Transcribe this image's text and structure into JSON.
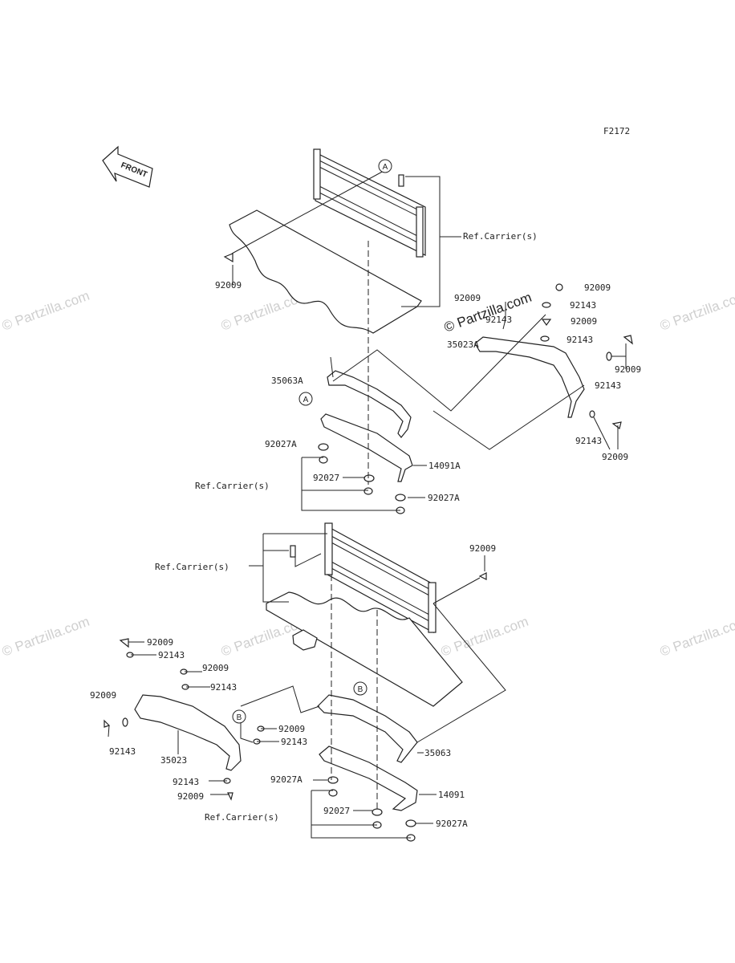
{
  "figure_code": "F2172",
  "front_label": "FRONT",
  "watermark": "© Partzilla.com",
  "ref_carrier": "Ref.Carrier(s)",
  "callouts": {
    "a": "A",
    "b": "B"
  },
  "parts_upper": {
    "p92009_left": "92009",
    "p92009_top": "92009",
    "p92009_top2": "92009",
    "p92143_top": "92143",
    "p92143_top2": "92143",
    "p92143_top3": "92143",
    "p92009_mid": "92009",
    "p35023A": "35023A",
    "p92009_right": "92009",
    "p92143_right": "92143",
    "p92143_low": "92143",
    "p92009_low": "92009",
    "p35063A": "35063A",
    "p92027A_1": "92027A",
    "p14091A": "14091A",
    "p92027": "92027",
    "p92027A_2": "92027A"
  },
  "parts_lower": {
    "p92009_a": "92009",
    "p92009_b": "92009",
    "p92143_b": "92143",
    "p92009_c": "92009",
    "p92143_c": "92143",
    "p92009_d": "92009",
    "p92143_d": "92143",
    "p92009_e": "92009",
    "p92143_e": "92143",
    "p35023": "35023",
    "p92143_f": "92143",
    "p92009_f": "92009",
    "p35063": "35063",
    "p92027A_1": "92027A",
    "p14091": "14091",
    "p92027": "92027",
    "p92027A_2": "92027A"
  }
}
